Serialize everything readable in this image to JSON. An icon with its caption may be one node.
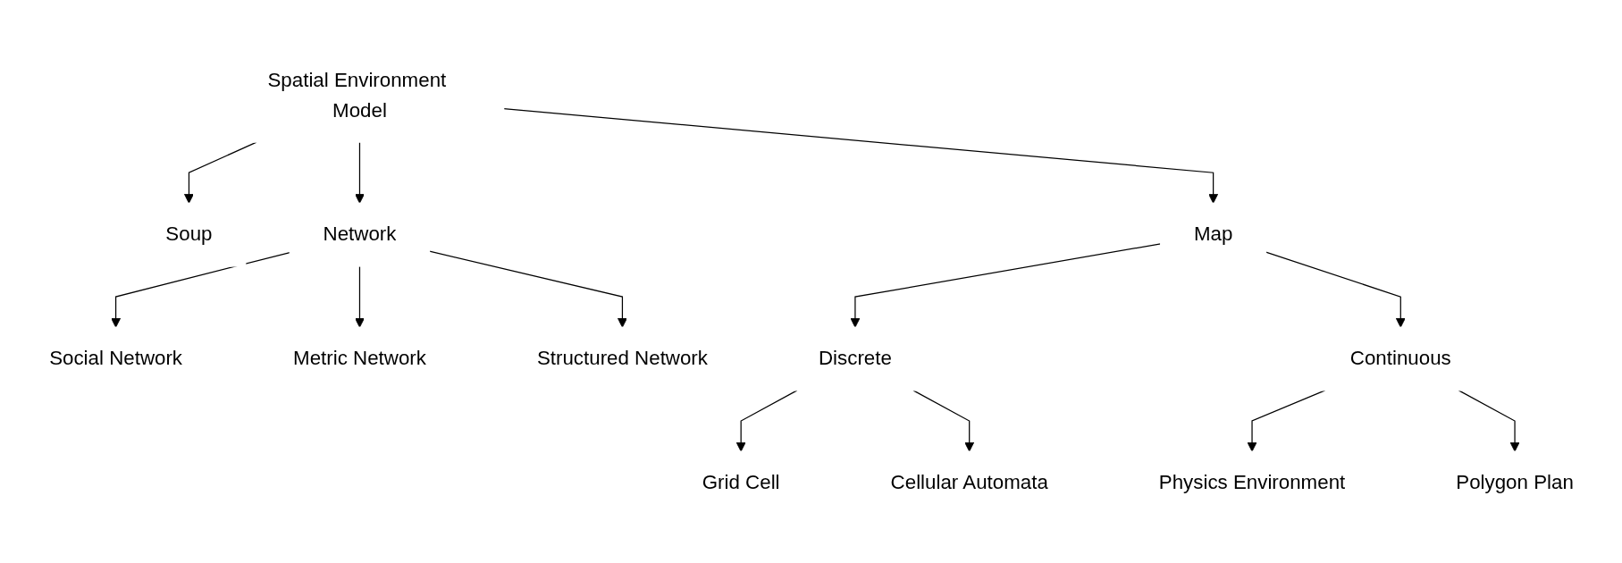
{
  "diagram": {
    "nodes": [
      {
        "text": [
          "Spatial Environment Model"
        ]
      },
      {
        "text": [
          "Soup"
        ]
      },
      {
        "text": [
          "Network"
        ]
      },
      {
        "text": [
          "Map"
        ]
      },
      {
        "text": [
          "Social Network"
        ]
      },
      {
        "text": [
          "Metric Network"
        ]
      },
      {
        "text": [
          "Structured Network"
        ]
      },
      {
        "text": [
          "Discrete"
        ]
      },
      {
        "text": [
          "Continuous"
        ]
      },
      {
        "text": [
          "Physics Environment"
        ]
      },
      {
        "text": [
          "Polygon Plan"
        ]
      },
      {
        "text": [
          "Grid Cell"
        ]
      },
      {
        "text": [
          "Cellular Automata"
        ]
      }
    ],
    "edges": [
      {
        "from": 0,
        "to": 1,
        "arrow": "to"
      },
      {
        "from": 0,
        "to": 2,
        "arrow": "to"
      },
      {
        "from": 0,
        "to": 3,
        "arrow": "to"
      },
      {
        "from": 2,
        "to": 4,
        "arrow": "to"
      },
      {
        "from": 2,
        "to": 5,
        "arrow": "to"
      },
      {
        "from": 2,
        "to": 6,
        "arrow": "to"
      },
      {
        "from": 3,
        "to": 7,
        "arrow": "to"
      },
      {
        "from": 3,
        "to": 8,
        "arrow": "to"
      },
      {
        "from": 8,
        "to": 9,
        "arrow": "to"
      },
      {
        "from": 8,
        "to": 10,
        "arrow": "to"
      },
      {
        "from": 7,
        "to": 11,
        "arrow": "to"
      },
      {
        "from": 7,
        "to": 12,
        "arrow": "to"
      }
    ]
  }
}
